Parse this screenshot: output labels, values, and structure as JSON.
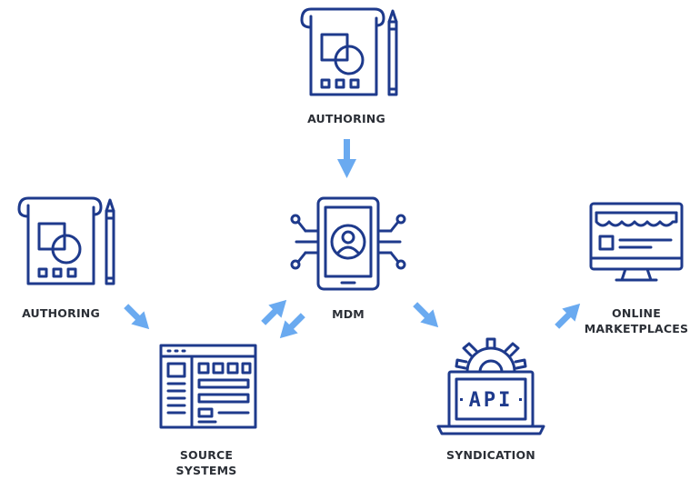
{
  "nodes": {
    "authoring_top": {
      "label": "AUTHORING",
      "icon": "document-pencil-icon"
    },
    "authoring_left": {
      "label": "AUTHORING",
      "icon": "document-pencil-icon"
    },
    "mdm": {
      "label": "MDM",
      "icon": "tablet-user-circuit-icon"
    },
    "source_systems": {
      "label_line1": "SOURCE",
      "label_line2": "SYSTEMS",
      "icon": "browser-window-list-icon"
    },
    "syndication": {
      "label": "SYNDICATION",
      "icon": "laptop-api-gear-icon",
      "api_text": "API"
    },
    "online_marketplaces": {
      "label_line1": "ONLINE",
      "label_line2": "MARKETPLACES",
      "icon": "monitor-storefront-icon"
    }
  },
  "colors": {
    "icon": "#1e3a8c",
    "arrow": "#6aaaf0",
    "text": "#2b2f36"
  }
}
